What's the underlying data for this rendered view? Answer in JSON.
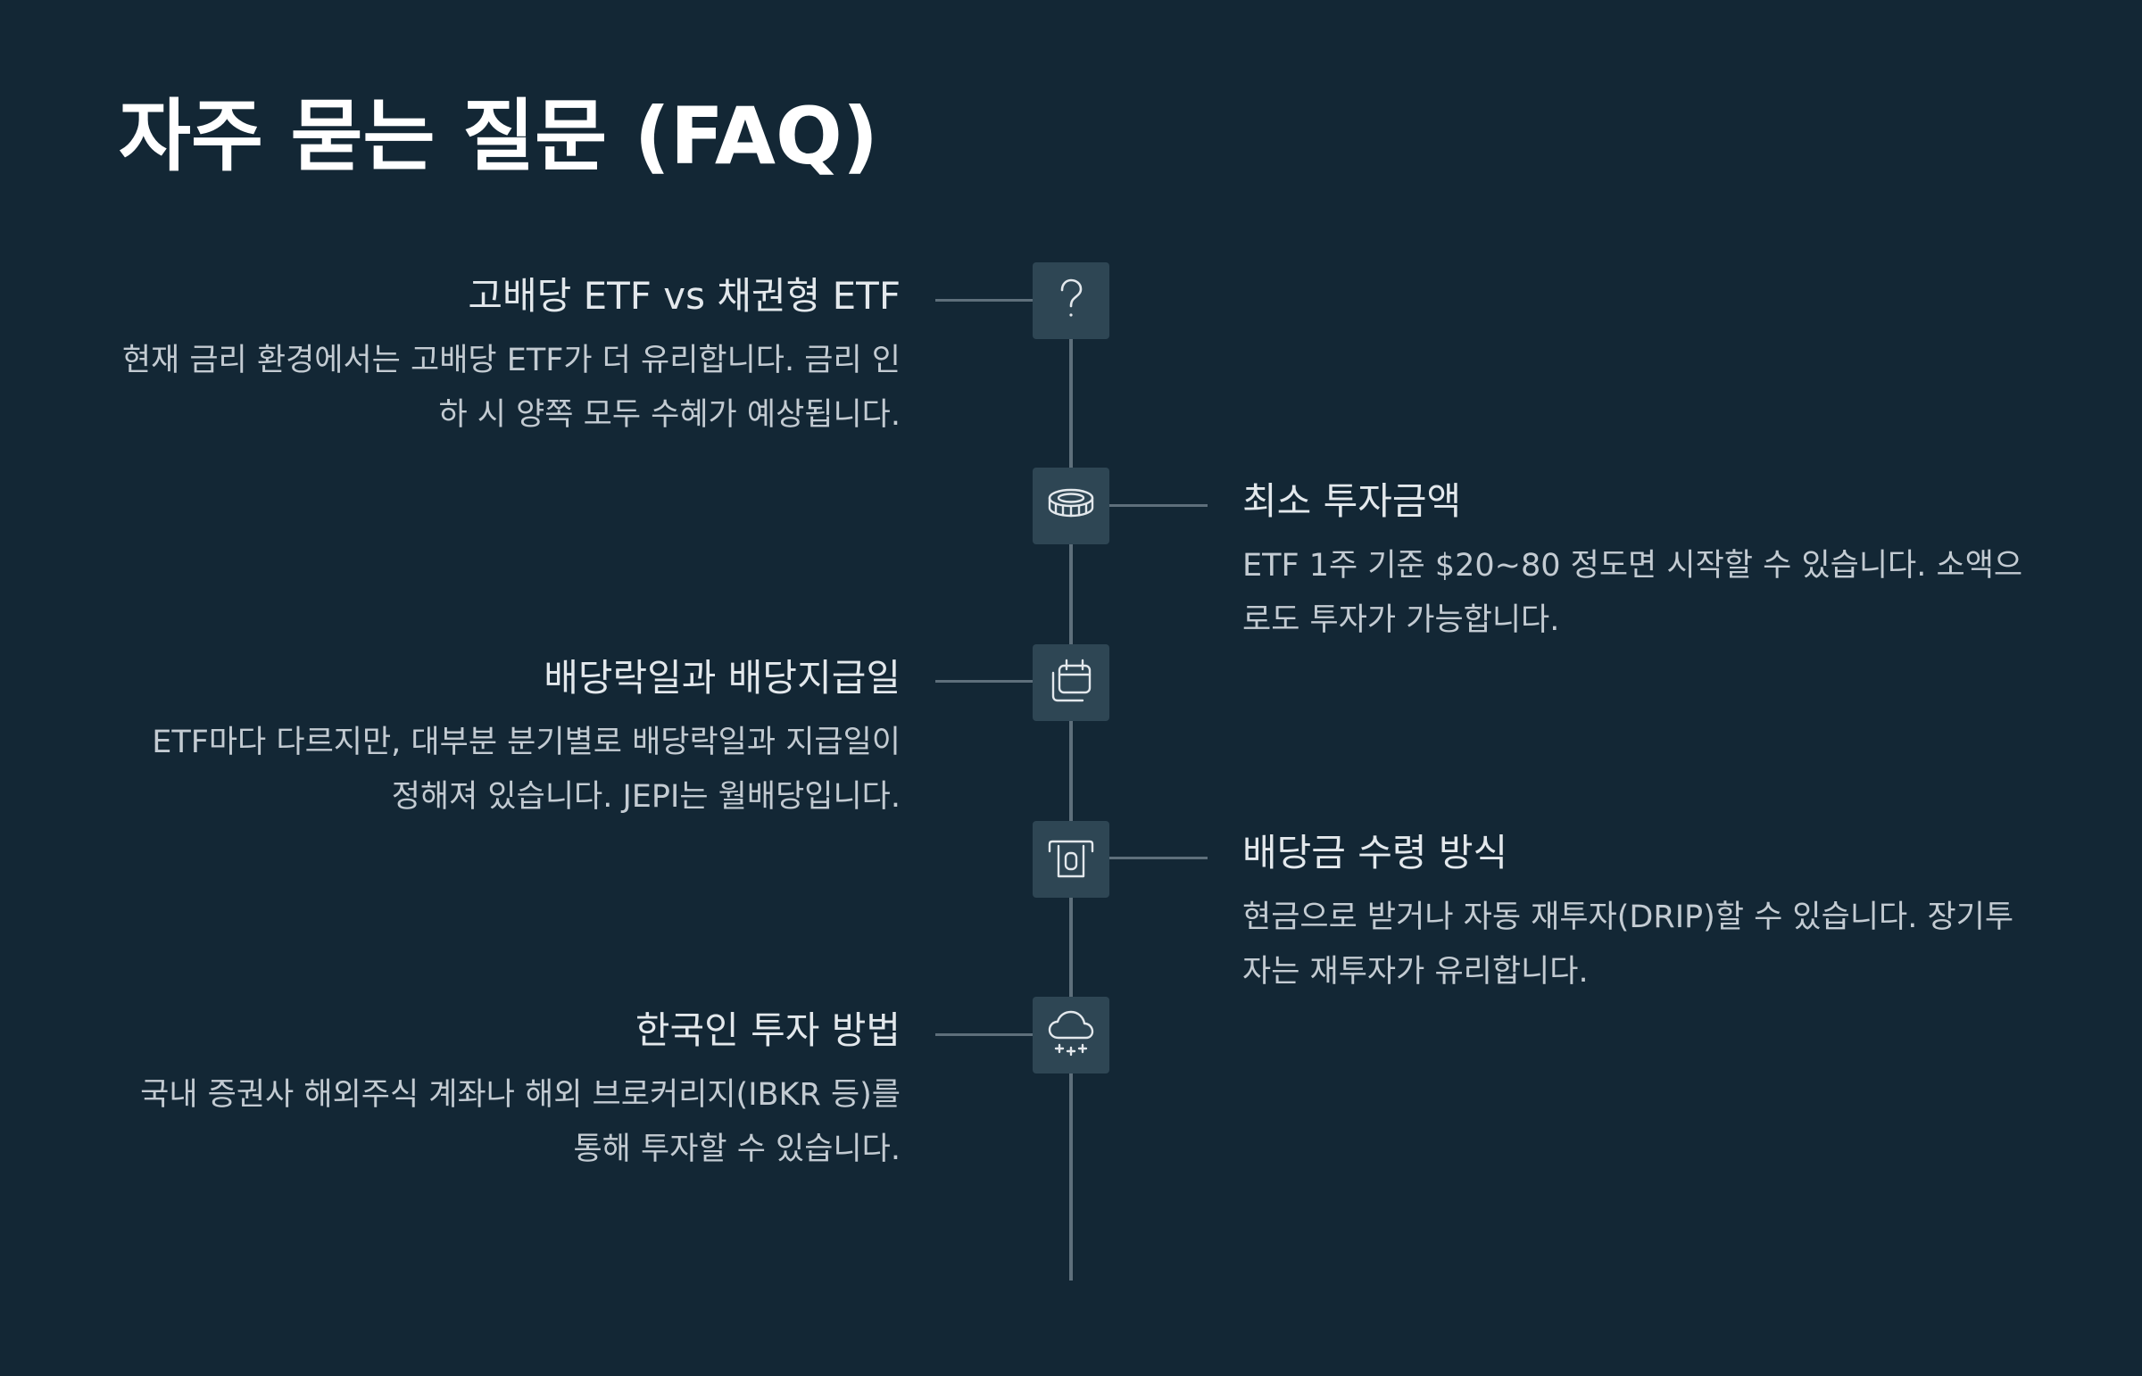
{
  "title": "자주 묻는 질문 (FAQ)",
  "colors": {
    "background": "#132735",
    "icon_box": "#2e4654",
    "line": "#5e6f7b",
    "heading": "#ffffff",
    "question": "#e3e8ec",
    "answer": "#c3cbd2"
  },
  "faq": [
    {
      "side": "left",
      "icon": "question-mark-icon",
      "question": "고배당 ETF vs 채권형 ETF",
      "answer": "현재 금리 환경에서는 고배당 ETF가 더 유리합니다. 금리 인하 시 양쪽 모두 수혜가 예상됩니다."
    },
    {
      "side": "right",
      "icon": "coin-stack-icon",
      "question": "최소 투자금액",
      "answer": "ETF 1주 기준 $20~80 정도면 시작할 수 있습니다. 소액으로도 투자가 가능합니다."
    },
    {
      "side": "left",
      "icon": "calendar-icon",
      "question": "배당락일과 배당지급일",
      "answer": "ETF마다 다르지만, 대부분 분기별로 배당락일과 지급일이 정해져 있습니다. JEPI는 월배당입니다."
    },
    {
      "side": "right",
      "icon": "cash-withdraw-icon",
      "question": "배당금 수령 방식",
      "answer": "현금으로 받거나 자동 재투자(DRIP)할 수 있습니다. 장기투자는 재투자가 유리합니다."
    },
    {
      "side": "left",
      "icon": "cloud-snow-icon",
      "question": "한국인 투자 방법",
      "answer": "국내 증권사 해외주식 계좌나 해외 브로커리지(IBKR 등)를 통해 투자할 수 있습니다."
    }
  ]
}
